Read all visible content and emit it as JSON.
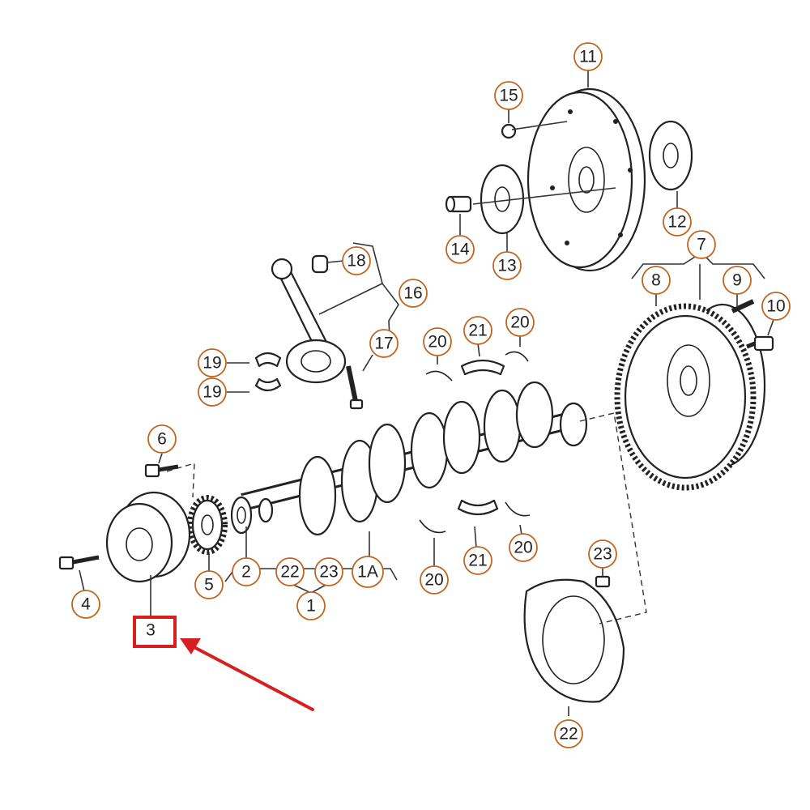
{
  "diagram": {
    "callout_color": "#c0651f",
    "highlight_color": "#d62020",
    "highlighted_callout": "3",
    "callouts": [
      {
        "id": "c11",
        "label": "11"
      },
      {
        "id": "c15",
        "label": "15"
      },
      {
        "id": "c12",
        "label": "12"
      },
      {
        "id": "c14",
        "label": "14"
      },
      {
        "id": "c13",
        "label": "13"
      },
      {
        "id": "c7",
        "label": "7"
      },
      {
        "id": "c8",
        "label": "8"
      },
      {
        "id": "c9",
        "label": "9"
      },
      {
        "id": "c10",
        "label": "10"
      },
      {
        "id": "c18",
        "label": "18"
      },
      {
        "id": "c16",
        "label": "16"
      },
      {
        "id": "c17",
        "label": "17"
      },
      {
        "id": "c19a",
        "label": "19"
      },
      {
        "id": "c19b",
        "label": "19"
      },
      {
        "id": "c20a",
        "label": "20"
      },
      {
        "id": "c21a",
        "label": "21"
      },
      {
        "id": "c20b",
        "label": "20"
      },
      {
        "id": "c6",
        "label": "6"
      },
      {
        "id": "c2",
        "label": "2"
      },
      {
        "id": "c22a",
        "label": "22"
      },
      {
        "id": "c23a",
        "label": "23"
      },
      {
        "id": "c1A",
        "label": "1A"
      },
      {
        "id": "c1",
        "label": "1"
      },
      {
        "id": "c5",
        "label": "5"
      },
      {
        "id": "c4",
        "label": "4"
      },
      {
        "id": "c20c",
        "label": "20"
      },
      {
        "id": "c21b",
        "label": "21"
      },
      {
        "id": "c20d",
        "label": "20"
      },
      {
        "id": "c23b",
        "label": "23"
      },
      {
        "id": "c22b",
        "label": "22"
      }
    ]
  }
}
